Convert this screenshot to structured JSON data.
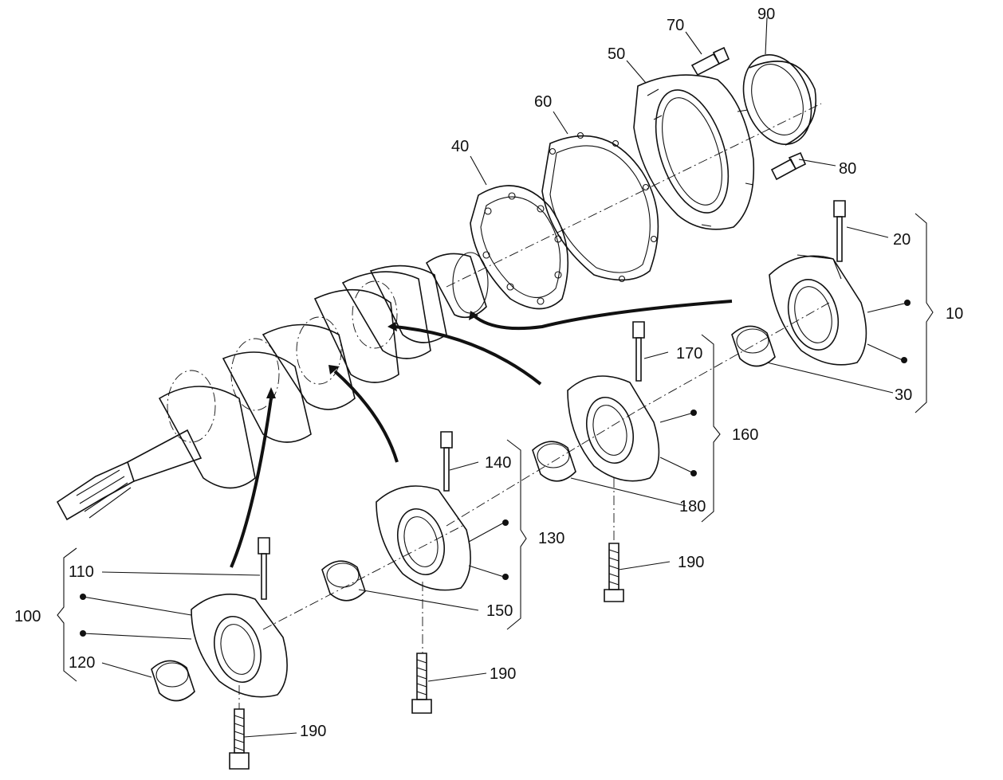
{
  "labels": {
    "p10": "10",
    "p20": "20",
    "p30": "30",
    "p40": "40",
    "p50": "50",
    "p60": "60",
    "p70": "70",
    "p80": "80",
    "p90": "90",
    "p100": "100",
    "p110": "110",
    "p120": "120",
    "p130": "130",
    "p140": "140",
    "p150": "150",
    "p160": "160",
    "p170": "170",
    "p180": "180",
    "p190a": "190",
    "p190b": "190",
    "p190c": "190"
  },
  "colors": {
    "line": "#111111",
    "background": "#ffffff"
  }
}
